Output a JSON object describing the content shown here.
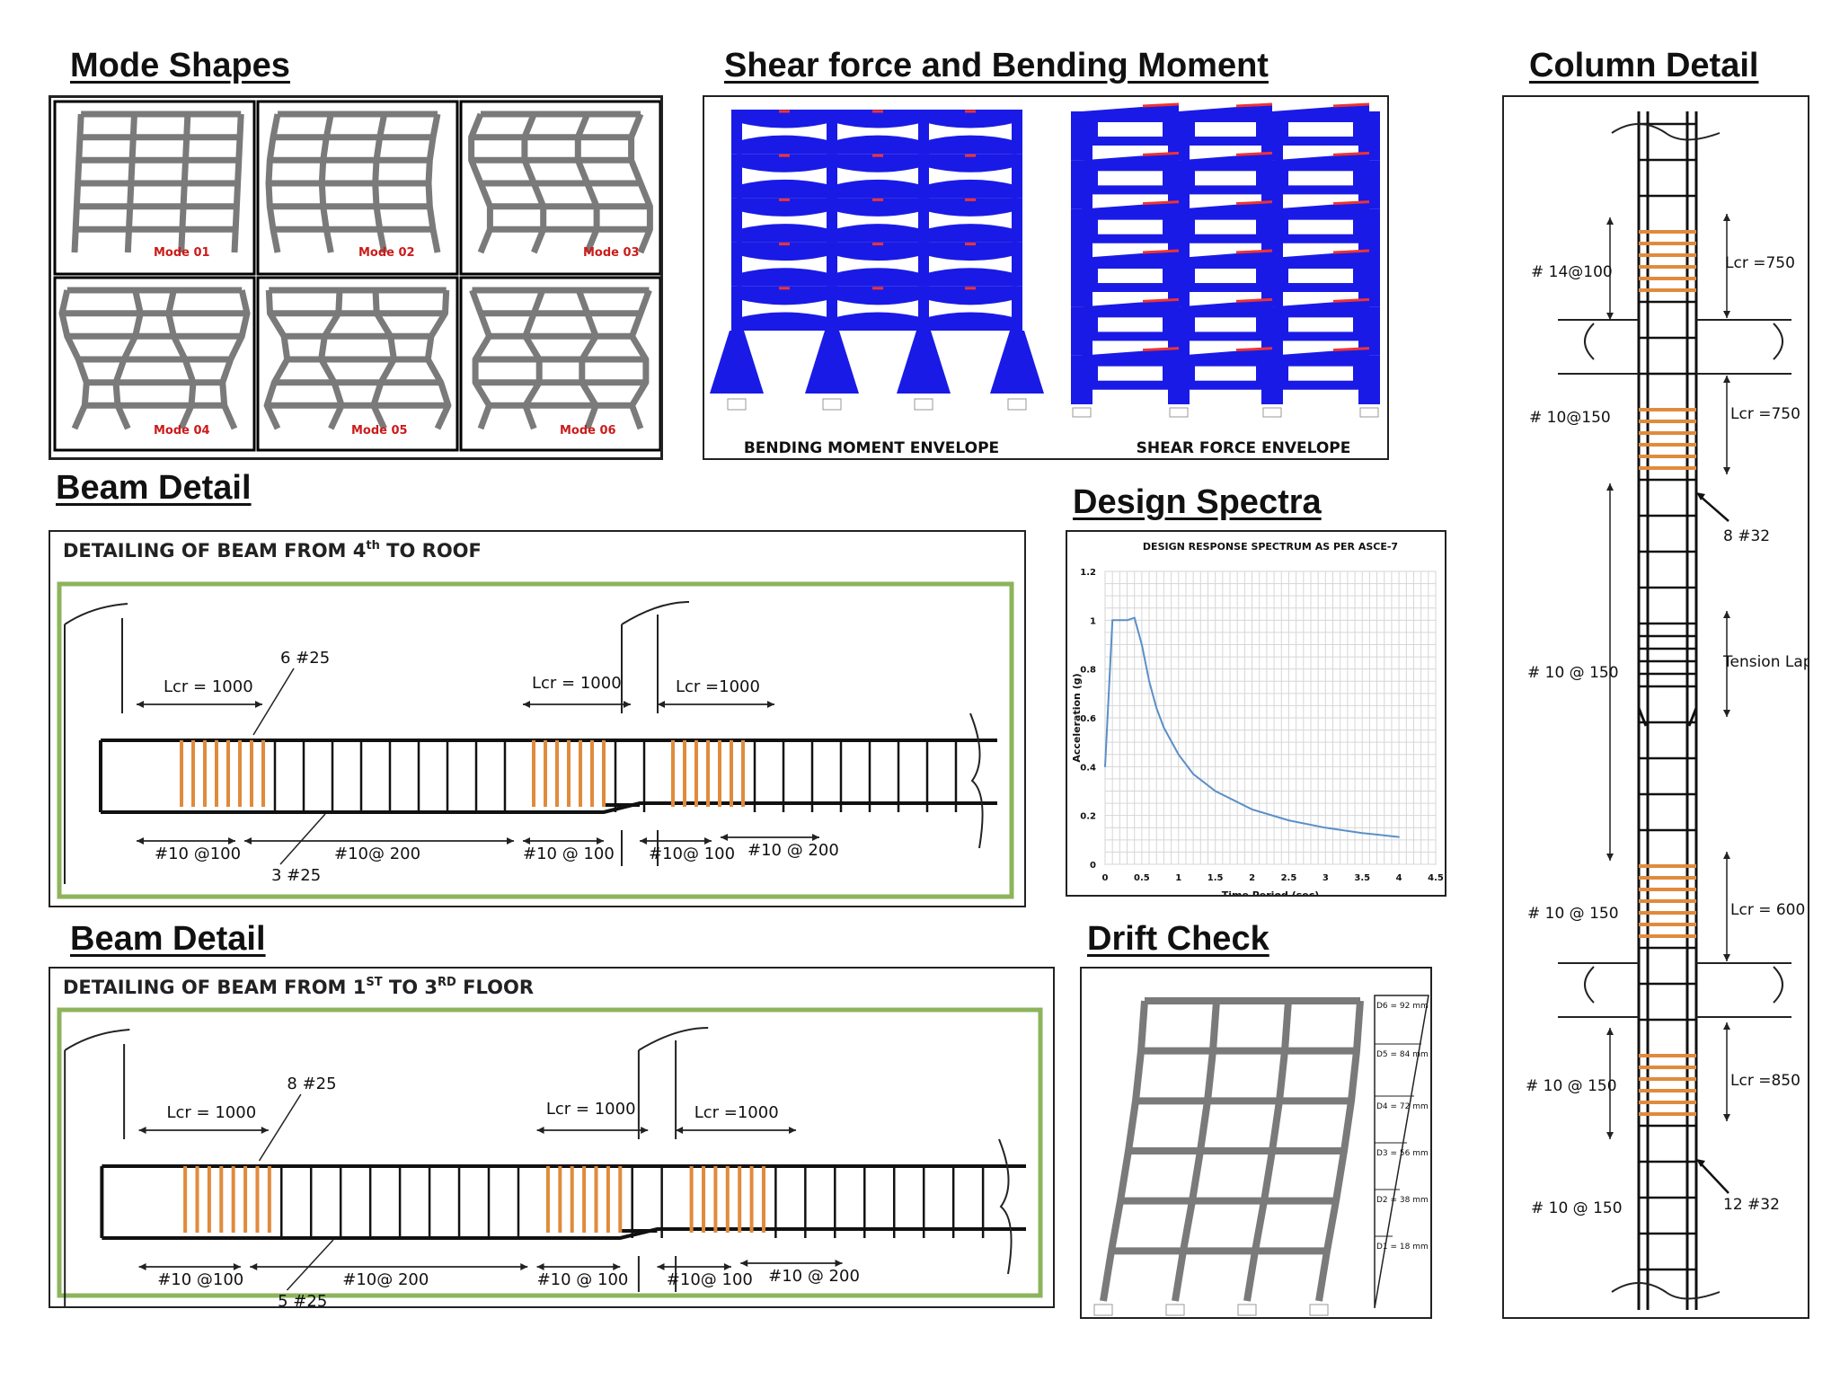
{
  "titles": {
    "mode_shapes": "Mode Shapes",
    "shear_bending": "Shear force and Bending Moment",
    "column_detail": "Column Detail",
    "beam_detail_top": "Beam Detail",
    "design_spectra": "Design Spectra",
    "beam_detail_bottom": "Beam Detail",
    "drift_check": "Drift Check"
  },
  "mode_shapes": [
    "Mode 01",
    "Mode 02",
    "Mode 03",
    "Mode 04",
    "Mode 05",
    "Mode 06"
  ],
  "envelopes": {
    "bending": "BENDING MOMENT ENVELOPE",
    "shear": "SHEAR FORCE ENVELOPE"
  },
  "beam_top": {
    "heading_pre": "DETAILING OF BEAM FROM 4",
    "heading_sup": "th",
    "heading_post": " TO ROOF",
    "lcr_a": "Lcr = 1000",
    "lcr_b": "Lcr = 1000",
    "lcr_c": "Lcr =1000",
    "top_bars": "6 #25",
    "bottom_bars": "3 #25",
    "s1": "#10 @100",
    "s2": "#10@ 200",
    "s3": "#10 @ 100",
    "s4": "#10@ 100",
    "s5": "#10 @ 200"
  },
  "beam_bottom": {
    "heading_pre": "DETAILING OF BEAM FROM 1",
    "heading_sup1": "ST",
    "heading_mid": " TO 3",
    "heading_sup2": "RD",
    "heading_post": " FLOOR",
    "lcr_a": "Lcr = 1000",
    "lcr_b": "Lcr = 1000",
    "lcr_c": "Lcr =1000",
    "top_bars": "8 #25",
    "bottom_bars": "5 #25",
    "s1": "#10 @100",
    "s2": "#10@ 200",
    "s3": "#10 @ 100",
    "s4": "#10@ 100",
    "s5": "#10 @ 200"
  },
  "column": {
    "s1": "# 14@100",
    "lcr1": "Lcr =750",
    "s2": "# 10@150",
    "lcr2": "Lcr =750",
    "bars1": "8 #32",
    "s3": "# 10 @ 150",
    "lap": "Tension Lap",
    "s4": "# 10 @ 150",
    "lcr3": "Lcr = 600",
    "s5": "# 10 @ 150",
    "lcr4": "Lcr =850",
    "s6": "# 10 @ 150",
    "bars2": "12 #32"
  },
  "drift": {
    "labels": [
      "D6 = 92 mm",
      "D5 = 84 mm",
      "D4 = 72 mm",
      "D3 = 56 mm",
      "D2 = 38 mm",
      "D1 = 18 mm"
    ]
  },
  "chart_data": {
    "type": "line",
    "title": "DESIGN RESPONSE SPECTRUM AS PER ASCE-7",
    "xlabel": "Time Period (sec)",
    "ylabel": "Acceleration (g)",
    "xlim": [
      0,
      4.5
    ],
    "ylim": [
      0,
      1.2
    ],
    "xticks": [
      "0",
      "0.5",
      "1",
      "1.5",
      "2",
      "2.5",
      "3",
      "3.5",
      "4",
      "4.5"
    ],
    "yticks": [
      "0",
      "0.2",
      "0.4",
      "0.6",
      "0.8",
      "1",
      "1.2"
    ],
    "grid": true,
    "line_color": "#5b8fc7",
    "series": [
      {
        "x": [
          0,
          0.1,
          0.2,
          0.3,
          0.4,
          0.5,
          0.6,
          0.7,
          0.8,
          1.0,
          1.2,
          1.5,
          2.0,
          2.5,
          3.0,
          3.5,
          4.0
        ],
        "values": [
          0.4,
          1.0,
          1.0,
          1.0,
          1.01,
          0.9,
          0.75,
          0.64,
          0.56,
          0.45,
          0.37,
          0.3,
          0.225,
          0.18,
          0.15,
          0.128,
          0.112
        ]
      }
    ]
  }
}
